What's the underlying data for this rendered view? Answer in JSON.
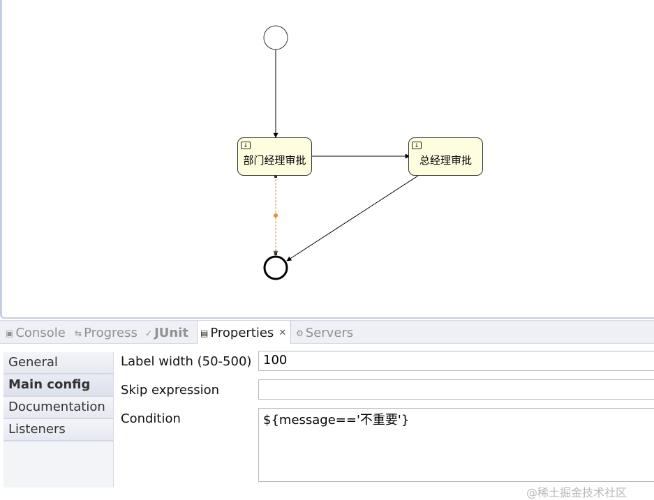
{
  "diagram": {
    "tasks": [
      {
        "id": "dept",
        "label": "部门经理审批",
        "icon": "user-task-icon"
      },
      {
        "id": "gm",
        "label": "总经理审批",
        "icon": "user-task-icon"
      }
    ],
    "flows": [
      {
        "from": "start",
        "to": "dept",
        "style": "solid"
      },
      {
        "from": "dept",
        "to": "gm",
        "style": "solid"
      },
      {
        "from": "gm",
        "to": "end",
        "style": "solid"
      },
      {
        "from": "dept",
        "to": "end",
        "style": "dashed-selected"
      }
    ],
    "colors": {
      "task_fill": "#fffde0",
      "selected_flow": "#e8893a",
      "stroke": "#000000"
    }
  },
  "tabs": [
    {
      "label": "Console",
      "icon": "console-icon",
      "active": false
    },
    {
      "label": "Progress",
      "icon": "progress-icon",
      "active": false
    },
    {
      "label": "JUnit",
      "icon": "junit-icon",
      "active": false
    },
    {
      "label": "Properties",
      "icon": "properties-icon",
      "active": true
    },
    {
      "label": "Servers",
      "icon": "servers-icon",
      "active": false
    }
  ],
  "sidebar": {
    "items": [
      {
        "label": "General",
        "active": false
      },
      {
        "label": "Main config",
        "active": true
      },
      {
        "label": "Documentation",
        "active": false
      },
      {
        "label": "Listeners",
        "active": false
      }
    ]
  },
  "form": {
    "label_width": {
      "label": "Label width (50-500)",
      "value": "100"
    },
    "skip_expression": {
      "label": "Skip expression",
      "value": ""
    },
    "condition": {
      "label": "Condition",
      "value": "${message=='不重要'}"
    }
  },
  "watermark": "@稀土掘金技术社区"
}
